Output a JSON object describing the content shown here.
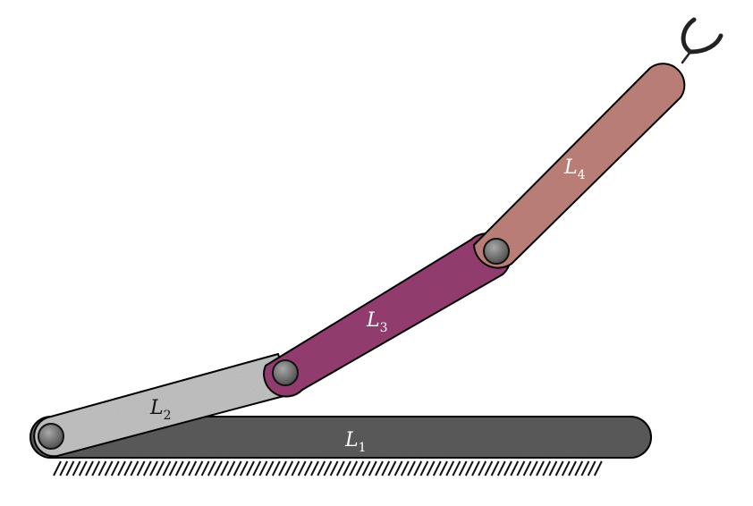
{
  "diagram": {
    "links": [
      {
        "id": "L1",
        "letter": "L",
        "index": "1",
        "color": "#5d5d5d",
        "role": "ground"
      },
      {
        "id": "L2",
        "letter": "L",
        "index": "2",
        "color": "#c4c4c4"
      },
      {
        "id": "L3",
        "letter": "L",
        "index": "3",
        "color": "#983f73"
      },
      {
        "id": "L4",
        "letter": "L",
        "index": "4",
        "color": "#c0837c"
      }
    ],
    "colors": {
      "outline": "#111111",
      "joint": "#6e6e6e",
      "hatch": "#111111",
      "gripper": "#222222"
    }
  }
}
